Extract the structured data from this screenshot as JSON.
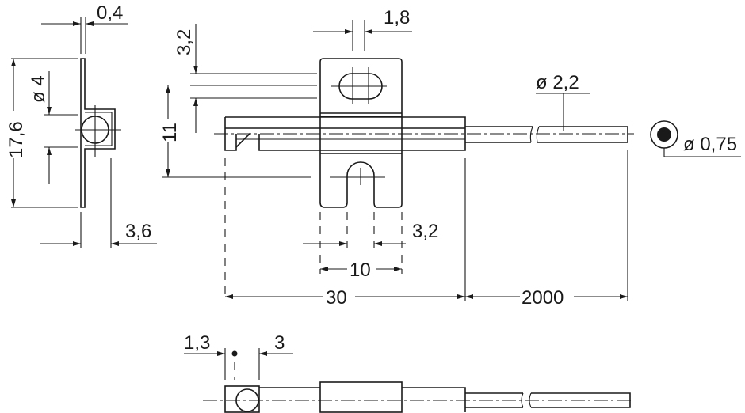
{
  "drawing": {
    "dimensions": {
      "thickness": "0,4",
      "height_total": "17,6",
      "hole_diameter": "ø 4",
      "depth": "3,6",
      "slot_offset": "3,2",
      "height_11": "11",
      "slot_width": "1,8",
      "cable_diameter": "ø 2,2",
      "wire_diameter": "ø 0,75",
      "slot_bottom": "3,2",
      "clip_width": "10",
      "length_body": "30",
      "cable_length": "2000",
      "bottom_offset": "1,3",
      "bottom_width": "3"
    }
  }
}
